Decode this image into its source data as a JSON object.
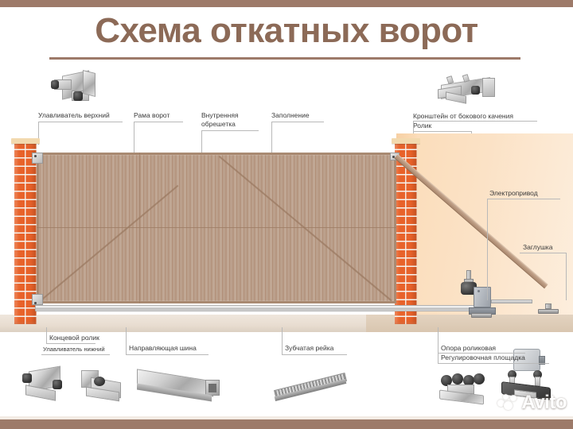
{
  "page": {
    "title": "Схема откатных ворот",
    "accent_color": "#8c6a57",
    "bar_color": "#9d7a69",
    "background": "#ffffff"
  },
  "diagram": {
    "labels_top_left": [
      {
        "id": "upper-catcher",
        "text": "Улавливатель верхний"
      },
      {
        "id": "gate-frame",
        "text": "Рама ворот"
      },
      {
        "id": "inner-lathing-1",
        "text": "Внутренняя"
      },
      {
        "id": "inner-lathing-2",
        "text": "обрешетка"
      },
      {
        "id": "infill",
        "text": "Заполнение"
      }
    ],
    "labels_top_right": [
      {
        "id": "side-sway-bracket",
        "text": "Кронштейн от бокового качения"
      },
      {
        "id": "roller",
        "text": "Ролик"
      }
    ],
    "labels_right": [
      {
        "id": "electric-drive",
        "text": "Электропривод"
      },
      {
        "id": "end-cap",
        "text": "Заглушка"
      }
    ],
    "labels_bottom": [
      {
        "id": "end-roller",
        "text": "Концевой ролик"
      },
      {
        "id": "lower-catcher",
        "text": "Улавливатель нижний"
      },
      {
        "id": "guide-rail",
        "text": "Направляющая шина"
      },
      {
        "id": "toothed-rack",
        "text": "Зубчатая рейка"
      },
      {
        "id": "roller-support",
        "text": "Опора роликовая"
      },
      {
        "id": "adjusting-platform",
        "text": "Регулировочная площадка"
      }
    ],
    "colors": {
      "brick": "#e8622a",
      "mortar": "#f2f0ec",
      "pillar_cap": "#f2d9ae",
      "gate_panel": "#b59680",
      "gate_frame": "#a98a72",
      "peach_background": "#fbdcb8",
      "ground": "#e8ddd1",
      "metal": "#cfcfcf"
    }
  },
  "watermark": {
    "text": "Avito"
  }
}
